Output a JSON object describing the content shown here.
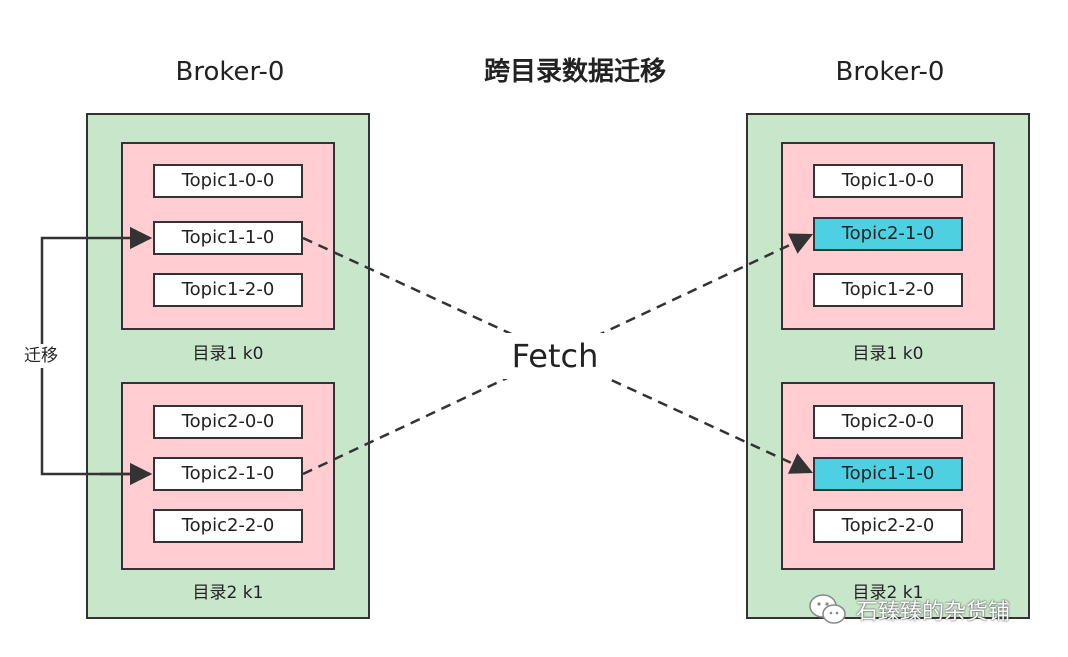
{
  "titles": {
    "left_broker": "Broker-0",
    "right_broker": "Broker-0",
    "diagram": "跨目录数据迁移"
  },
  "left_broker": {
    "dir1": {
      "label": "目录1 k0",
      "partitions": [
        "Topic1-0-0",
        "Topic1-1-0",
        "Topic1-2-0"
      ]
    },
    "dir2": {
      "label": "目录2 k1",
      "partitions": [
        "Topic2-0-0",
        "Topic2-1-0",
        "Topic2-2-0"
      ]
    }
  },
  "right_broker": {
    "dir1": {
      "label": "目录1  k0",
      "partitions": [
        "Topic1-0-0",
        "Topic2-1-0",
        "Topic1-2-0"
      ],
      "highlighted": [
        "Topic2-1-0"
      ]
    },
    "dir2": {
      "label": "目录2  k1",
      "partitions": [
        "Topic2-0-0",
        "Topic1-1-0",
        "Topic2-2-0"
      ],
      "highlighted": [
        "Topic1-1-0"
      ]
    }
  },
  "labels": {
    "migrate": "迁移",
    "fetch": "Fetch"
  },
  "colors": {
    "broker_fill": "#c8e6c9",
    "directory_fill": "#ffcdd2",
    "partition_fill": "#ffffff",
    "highlight_fill": "#4dd0e1",
    "stroke": "#333333"
  },
  "watermark": {
    "icon": "wechat-icon",
    "text": "石臻臻的杂货铺"
  }
}
